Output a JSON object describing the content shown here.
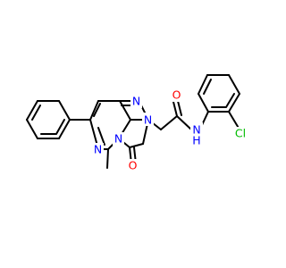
{
  "structure": {
    "atoms": {
      "o_carbonyl": {
        "text": "O"
      },
      "o_ring": {
        "text": "O"
      },
      "nh": {
        "text": "N",
        "h": "H"
      },
      "n_triazole_1": {
        "text": "N"
      },
      "n_triazole_2": {
        "text": "N"
      },
      "n_triazole_3": {
        "text": "N"
      },
      "n_pyrimidine": {
        "text": "N"
      },
      "cl": {
        "text": "Cl"
      }
    },
    "colors": {
      "bond": "#000000",
      "oxygen": "#ff0000",
      "nitrogen": "#0000ff",
      "chlorine": "#00bb00"
    }
  }
}
